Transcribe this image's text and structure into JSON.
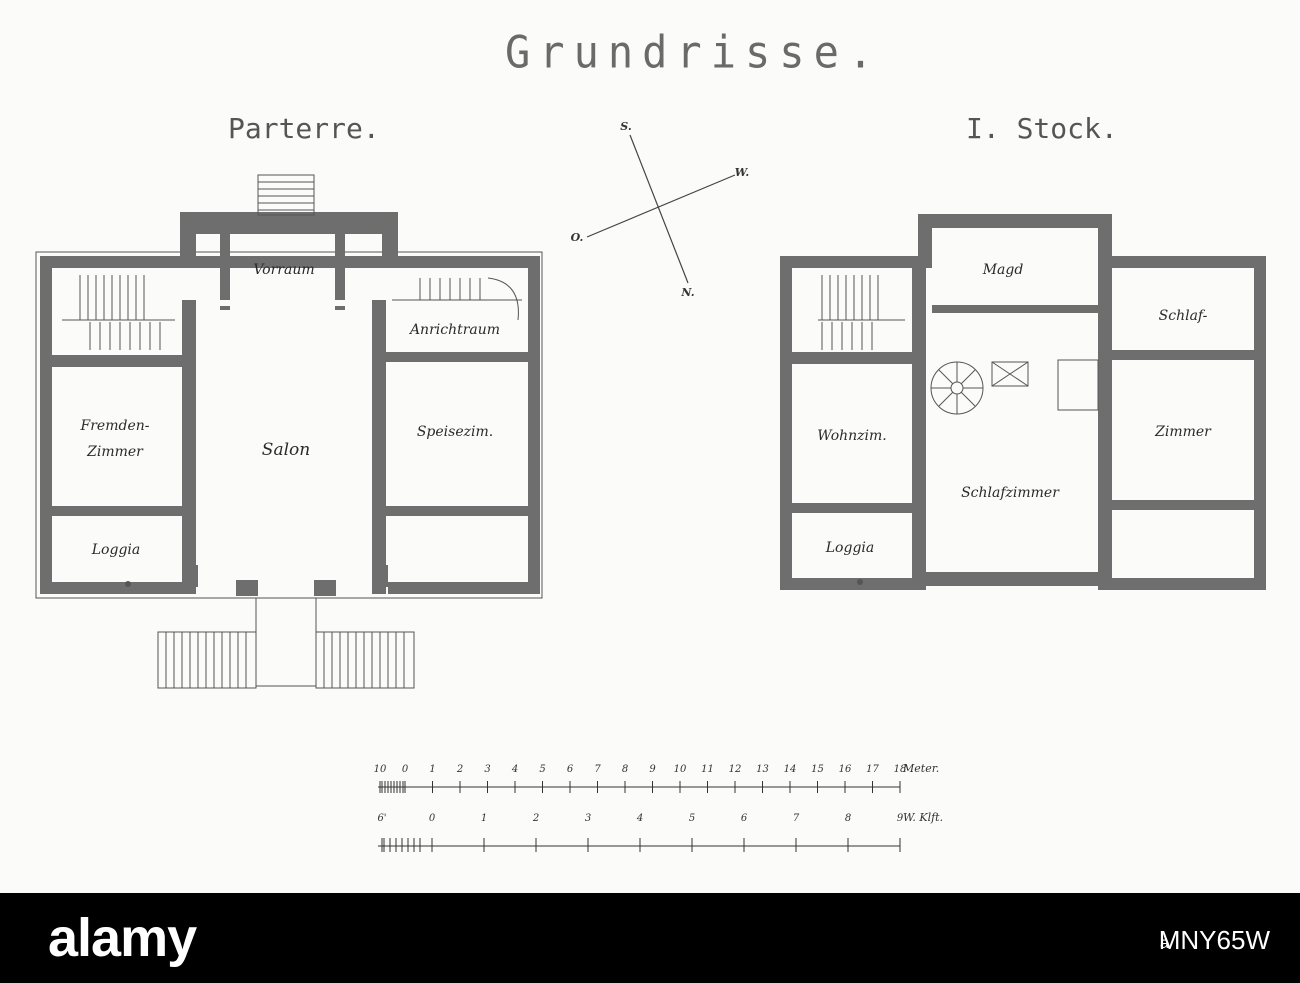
{
  "title": "Grundrisse.",
  "floors": [
    {
      "name": "Parterre.",
      "rooms": [
        "Vorraum",
        "Anrichtraum",
        "Fremden-",
        "Zimmer",
        "Salon",
        "Speisezim.",
        "Loggia"
      ]
    },
    {
      "name": "I. Stock.",
      "rooms": [
        "Magd",
        "Schlaf-",
        "Wohnzim.",
        "Zimmer",
        "Schlafzimmer",
        "Loggia"
      ]
    }
  ],
  "compass": {
    "s": "S.",
    "w": "W.",
    "o": "O.",
    "n": "N."
  },
  "scales": [
    {
      "unit": "Meter.",
      "ticks": [
        "10",
        "0",
        "1",
        "2",
        "3",
        "4",
        "5",
        "6",
        "7",
        "8",
        "9",
        "10",
        "11",
        "12",
        "13",
        "14",
        "15",
        "16",
        "17",
        "18"
      ]
    },
    {
      "unit": "W. Klft.",
      "ticks": [
        "6'",
        "0",
        "1",
        "2",
        "3",
        "4",
        "5",
        "6",
        "7",
        "8",
        "9"
      ]
    }
  ],
  "footer": {
    "logo": "alamy",
    "image_id": "MNY65W",
    "watermark": "a"
  }
}
